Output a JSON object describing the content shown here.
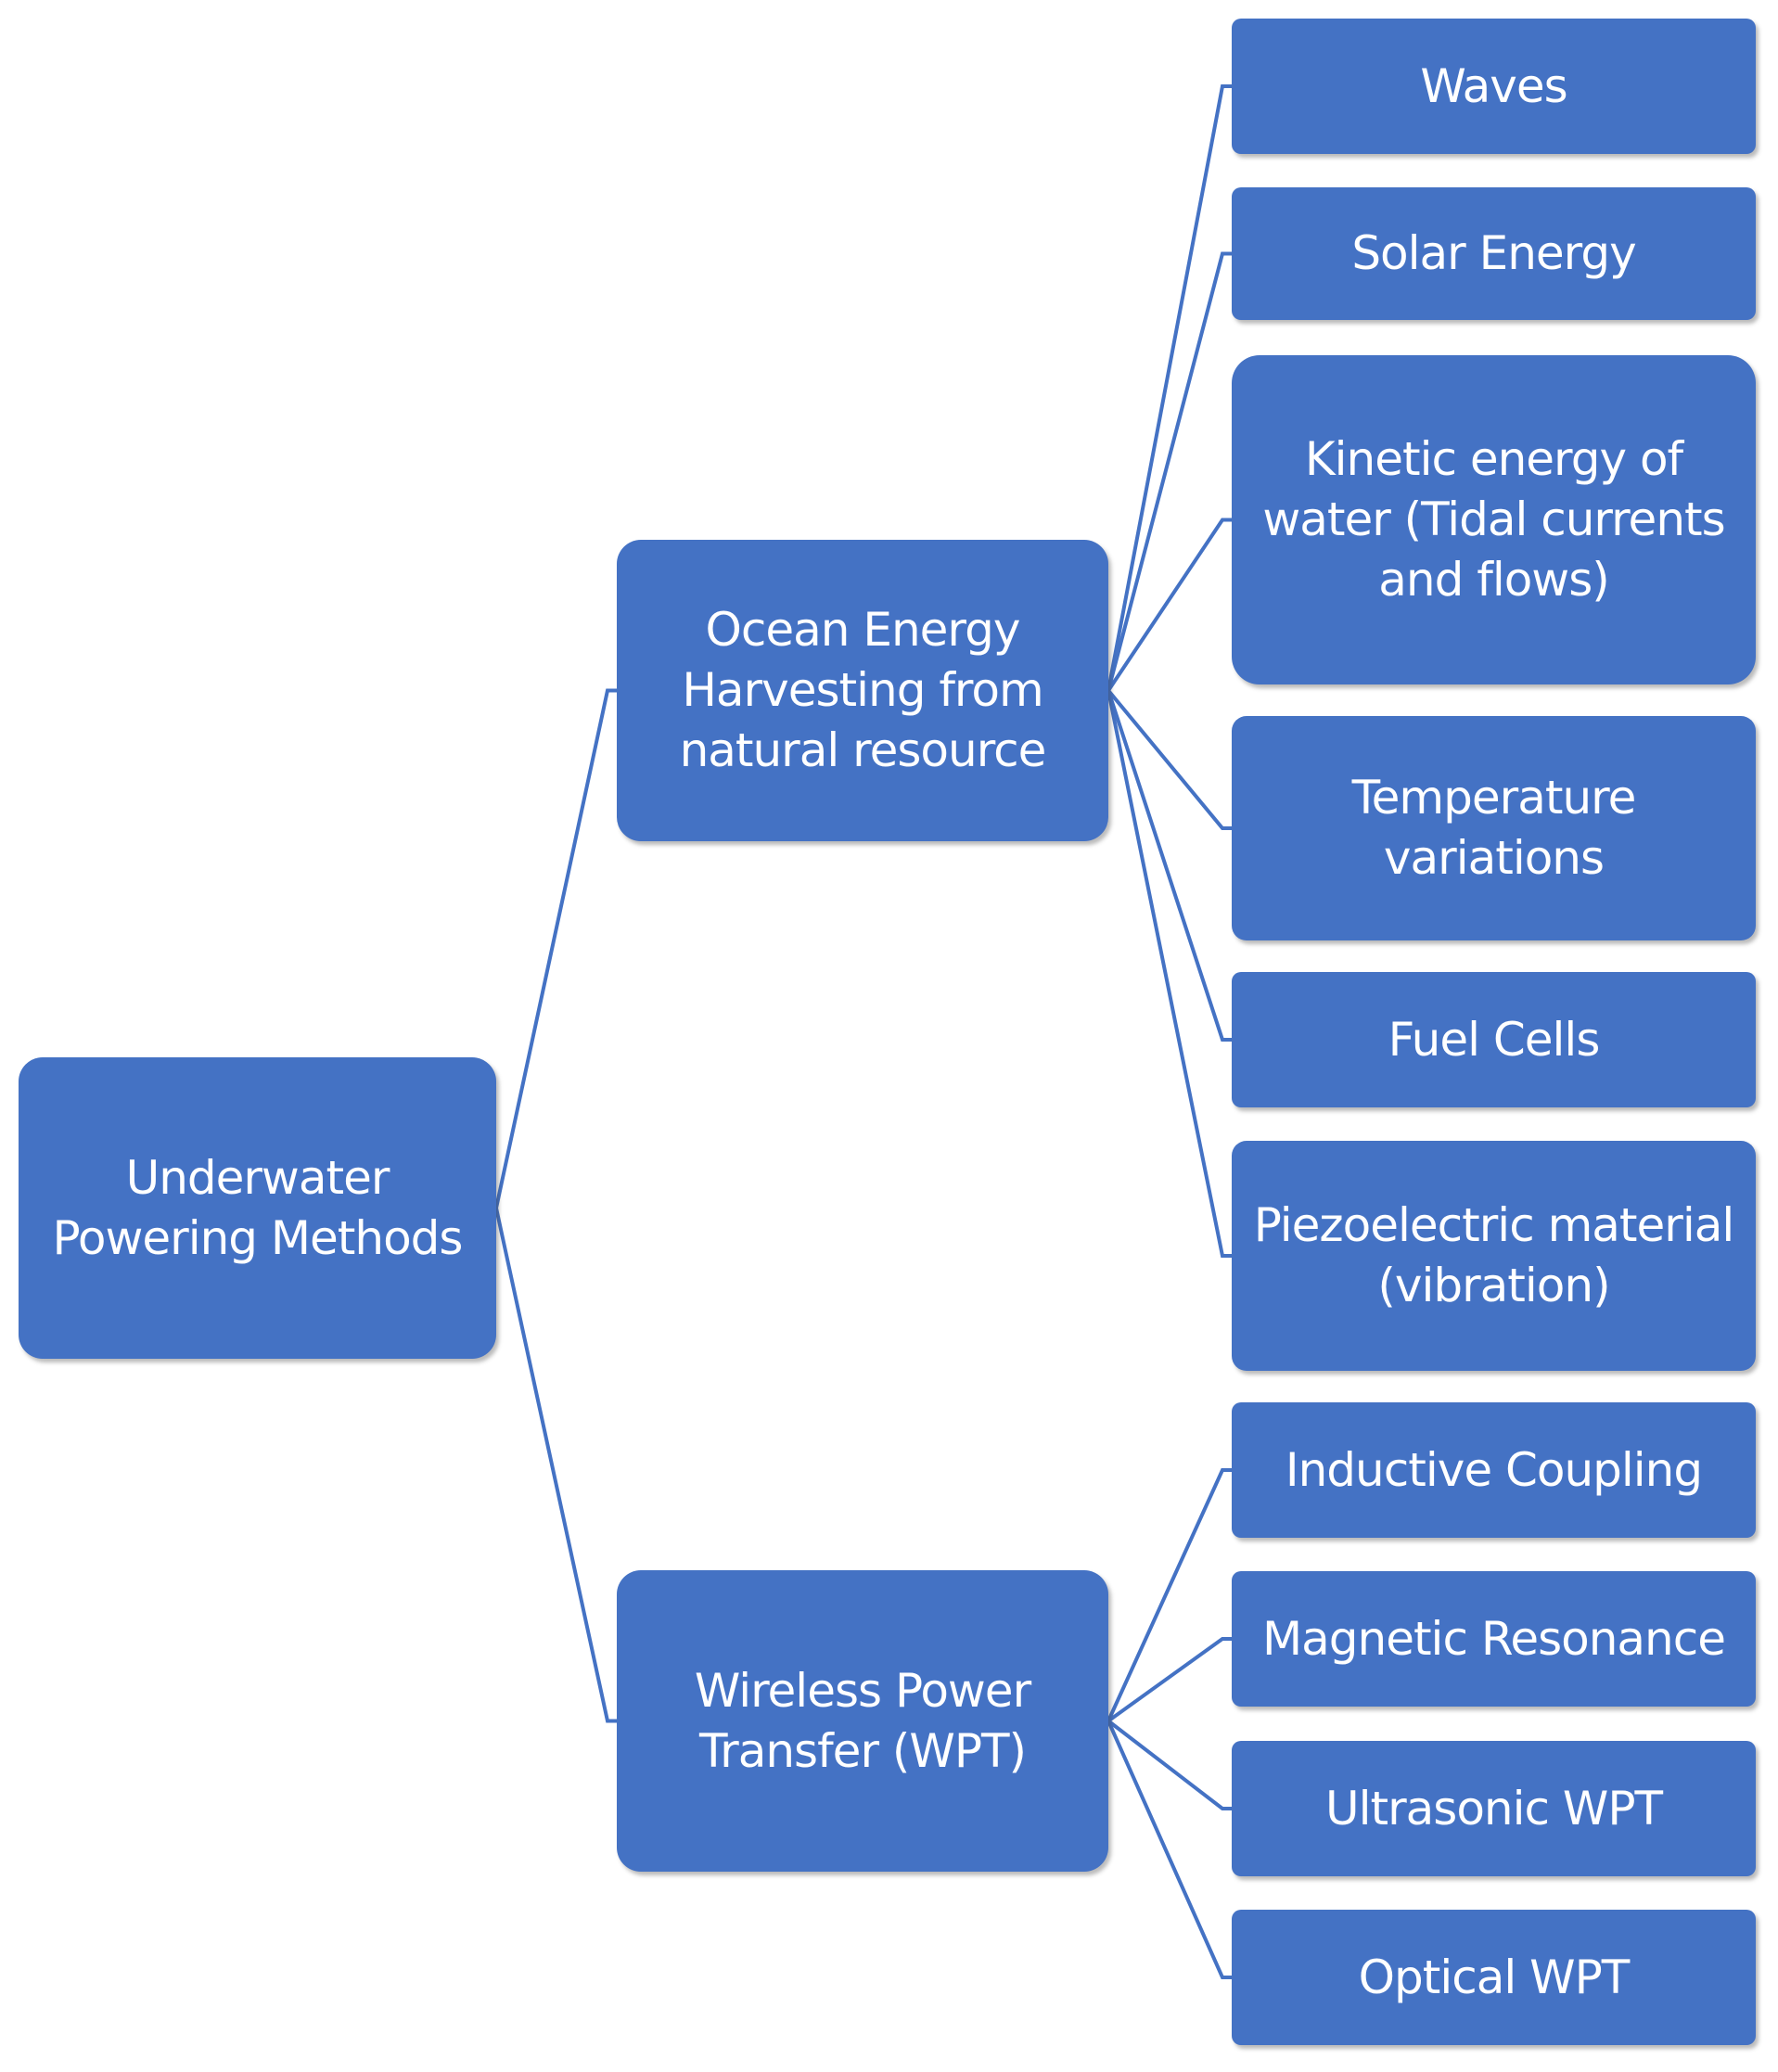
{
  "colors": {
    "box_fill": "#4472C4",
    "box_text": "#FFFFFF",
    "connector": "#4472C4"
  },
  "root": {
    "label": "Underwater\nPowering Methods"
  },
  "branches": [
    {
      "label": "Ocean Energy\nHarvesting from\nnatural resource",
      "children": [
        "Waves",
        "Solar Energy",
        "Kinetic energy of\nwater (Tidal currents\nand flows)",
        "Temperature\nvariations",
        "Fuel Cells",
        "Piezoelectric material\n(vibration)"
      ]
    },
    {
      "label": "Wireless Power\nTransfer (WPT)",
      "children": [
        "Inductive Coupling",
        "Magnetic Resonance",
        "Ultrasonic WPT",
        "Optical WPT"
      ]
    }
  ]
}
